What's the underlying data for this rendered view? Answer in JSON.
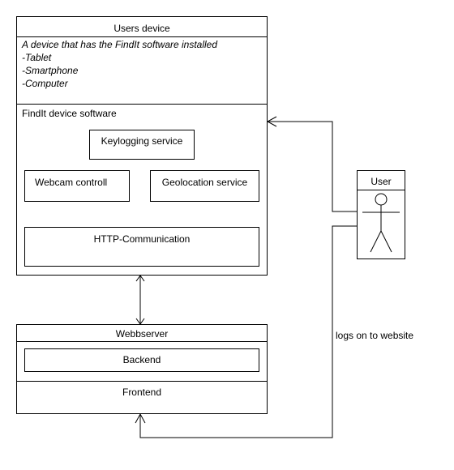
{
  "users_device": {
    "title": "Users device",
    "description": "A device that has the FindIt software installed",
    "devices": [
      "-Tablet",
      "-Smartphone",
      "-Computer"
    ],
    "software_label": "FindIt device software",
    "services": {
      "keylogging": "Keylogging service",
      "webcam": "Webcam controll",
      "geolocation": "Geolocation service",
      "http": "HTTP-Communication"
    }
  },
  "webserver": {
    "title": "Webbserver",
    "backend": "Backend",
    "frontend": "Frontend"
  },
  "actor": {
    "title": "User"
  },
  "connections": {
    "logs_on": "logs on to website"
  }
}
